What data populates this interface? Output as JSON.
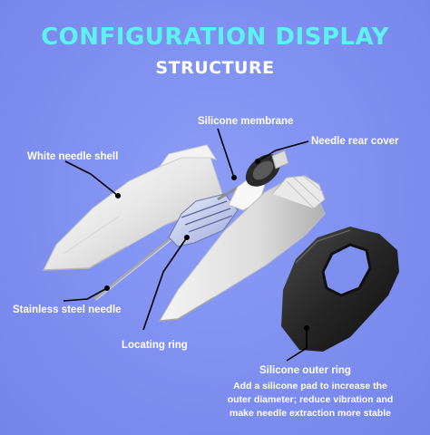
{
  "header": {
    "title": "CONFIGURATION DISPLAY",
    "subtitle": "STRUCTURE"
  },
  "labels": {
    "silicone_membrane": "Silicone membrane",
    "needle_rear_cover": "Needle rear cover",
    "white_needle_shell": "White needle shell",
    "stainless_steel_needle": "Stainless steel needle",
    "locating_ring": "Locating ring",
    "silicone_outer_ring": "Silicone outer ring"
  },
  "description": {
    "line1": "Add a silicone pad to increase the",
    "line2": "outer diameter; reduce vibration and",
    "line3": "make needle extraction more stable"
  },
  "colors": {
    "title": "#5cf2f0",
    "background": "#8090f0",
    "label": "#ffffff",
    "leader_line": "#000000"
  }
}
